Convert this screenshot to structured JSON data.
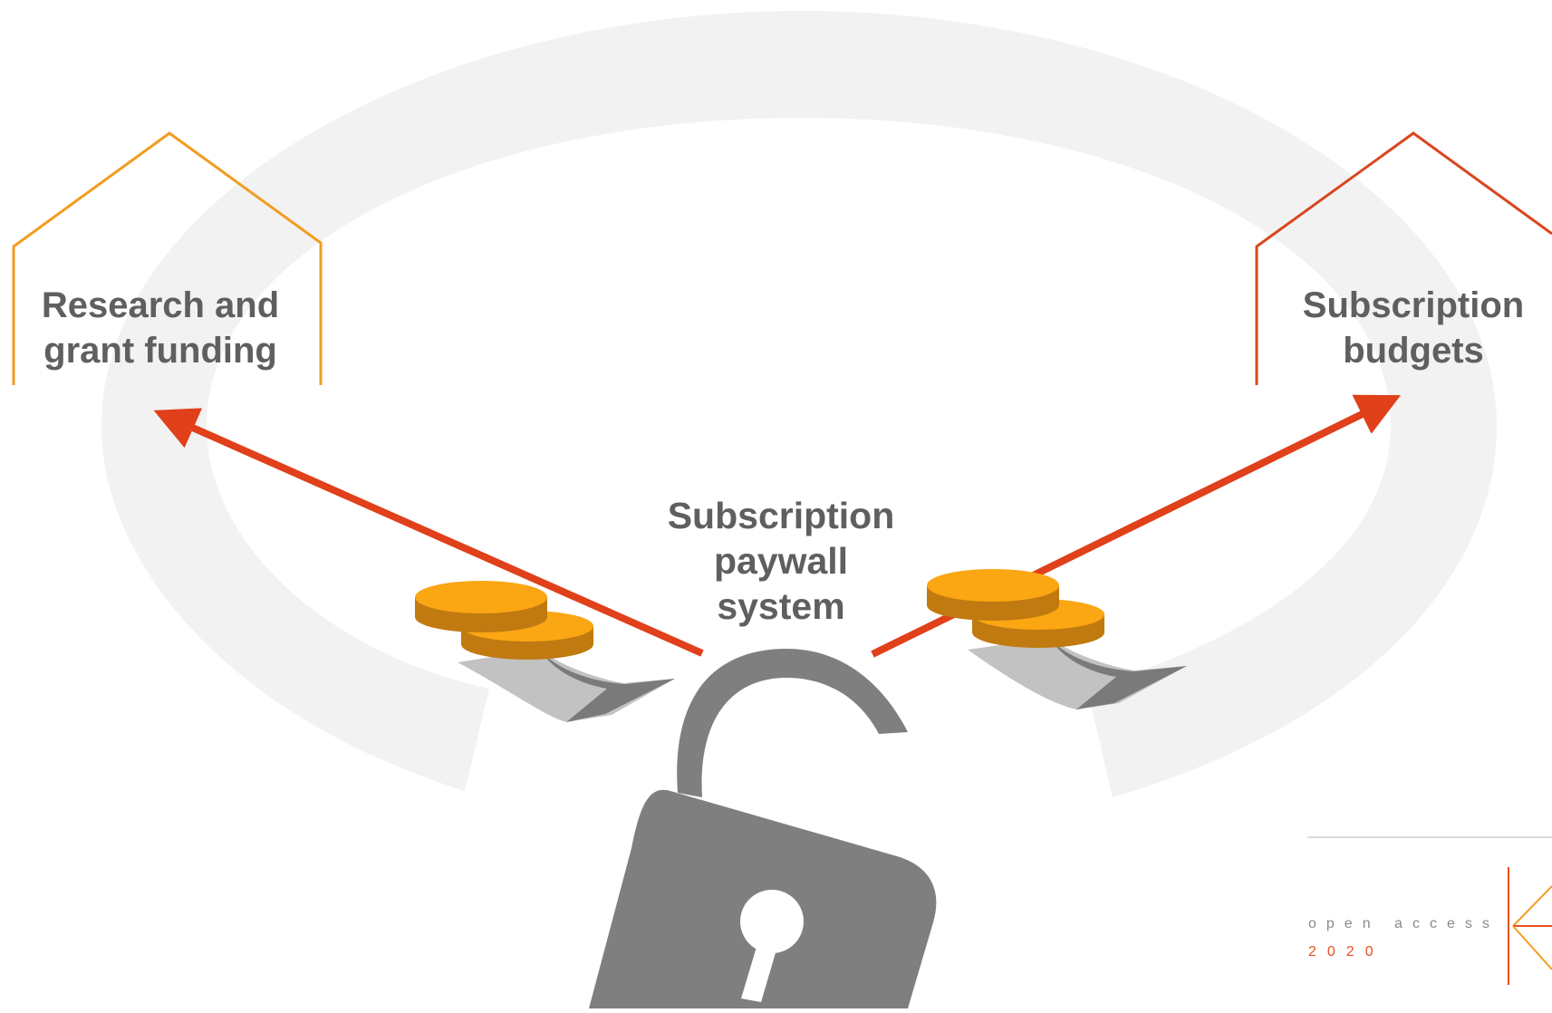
{
  "labels": {
    "research_funding": [
      "Research and",
      "grant funding"
    ],
    "subscription_budgets": [
      "Subscription",
      "budgets"
    ],
    "paywall": [
      "Subscription",
      "paywall",
      "system"
    ]
  },
  "logo": {
    "word": "open access",
    "year": "2020"
  },
  "colors": {
    "background_ring": "#f2f2f2",
    "house_left": "#f29c1f",
    "house_right": "#d9461f",
    "arrow": "#e0401a",
    "coin_top": "#fba613",
    "coin_side": "#c17a10",
    "hand_light": "#c2c2c2",
    "hand_dark": "#7a7a7a",
    "padlock": "#7f7f7f",
    "text": "#5f5f5f"
  },
  "icons": [
    "padlock-icon",
    "coins-in-hand-icon",
    "house-outline-icon",
    "arrow-icon"
  ]
}
